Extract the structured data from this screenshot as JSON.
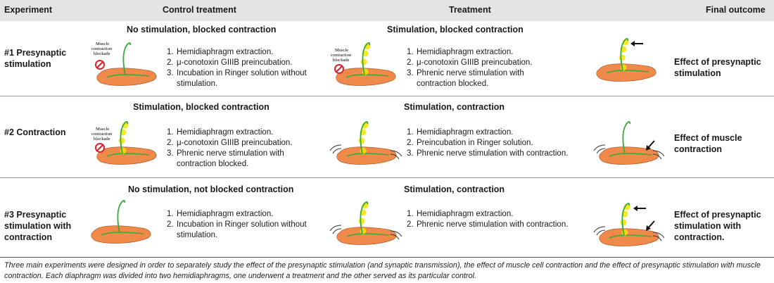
{
  "table": {
    "headers": {
      "experiment": "Experiment",
      "control": "Control treatment",
      "treatment": "Treatment",
      "outcome": "Final outcome"
    },
    "rows": [
      {
        "experiment": "#1 Presynaptic stimulation",
        "control": {
          "title": "No stimulation, blocked contraction",
          "steps": [
            "Hemidiaphragm extraction.",
            "μ-conotoxin GIIIB preincubation.",
            "Incubation in Ringer solution without stimulation."
          ]
        },
        "treatment": {
          "title": "Stimulation, blocked contraction",
          "steps": [
            "Hemidiaphragm extraction.",
            "μ-conotoxin GIIIB preincubation.",
            "Phrenic nerve stimulation with contraction blocked."
          ]
        },
        "outcome": "Effect of presynaptic stimulation"
      },
      {
        "experiment": "#2 Contraction",
        "control": {
          "title": "Stimulation, blocked contraction",
          "steps": [
            "Hemidiaphragm extraction.",
            "μ-conotoxin GIIIB preincubation.",
            "Phrenic nerve stimulation with contraction blocked."
          ]
        },
        "treatment": {
          "title": "Stimulation, contraction",
          "steps": [
            "Hemidiaphragm extraction.",
            "Preincubation in Ringer solution.",
            "Phrenic nerve stimulation with contraction."
          ]
        },
        "outcome": "Effect of muscle contraction"
      },
      {
        "experiment": "#3 Presynaptic stimulation with contraction",
        "control": {
          "title": "No stimulation, not blocked contraction",
          "steps": [
            "Hemidiaphragm extraction.",
            "Incubation in Ringer solution without stimulation."
          ]
        },
        "treatment": {
          "title": "Stimulation, contraction",
          "steps": [
            "Hemidiaphragm extraction.",
            "Phrenic nerve stimulation with contraction."
          ]
        },
        "outcome": "Effect of presynaptic stimulation with contraction."
      }
    ],
    "blockade_label_line1": "Muscle",
    "blockade_label_line2": "contraction",
    "blockade_label_line3": "blockade"
  },
  "caption": "Three main experiments were designed in order to separately study the effect of the presynaptic stimulation (and synaptic transmission), the effect of muscle cell contraction and the effect of presynaptic stimulation with muscle contraction. Each diaphragm was divided into two hemidiaphragms, one underwent a treatment and the other served as its particular control.",
  "colors": {
    "muscle": "#f08a4b",
    "nerve": "#3aa83a",
    "glow": "#f2e600",
    "header_bg": "#e4e4e4",
    "blockade": "#d9232d"
  }
}
